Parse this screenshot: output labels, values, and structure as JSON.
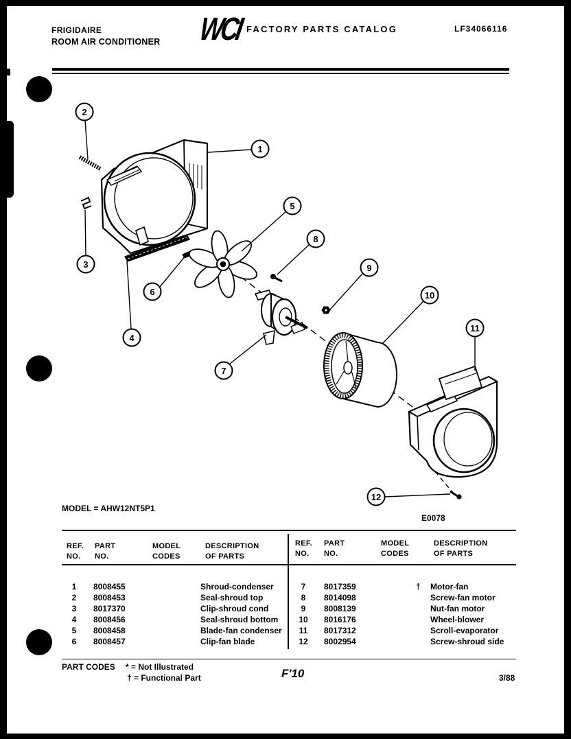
{
  "header": {
    "brand": "FRIGIDAIRE",
    "product": "ROOM AIR CONDITIONER",
    "logo": "WCI",
    "catalog_title": "FACTORY PARTS CATALOG",
    "catalog_number": "LF34066116"
  },
  "diagram": {
    "callouts": [
      "1",
      "2",
      "3",
      "4",
      "5",
      "6",
      "7",
      "8",
      "9",
      "10",
      "11",
      "12"
    ],
    "model_line": "MODEL = AHW12NT5P1",
    "figure_id": "E0078"
  },
  "table": {
    "headers": {
      "ref": [
        "REF.",
        "NO."
      ],
      "part": [
        "PART",
        "NO."
      ],
      "model": [
        "MODEL",
        "CODES"
      ],
      "desc": [
        "DESCRIPTION",
        "OF PARTS"
      ]
    },
    "left_rows": [
      {
        "ref": "1",
        "part": "8008455",
        "desc": "Shroud-condenser"
      },
      {
        "ref": "2",
        "part": "8008453",
        "desc": "Seal-shroud top"
      },
      {
        "ref": "3",
        "part": "8017370",
        "desc": "Clip-shroud cond"
      },
      {
        "ref": "4",
        "part": "8008456",
        "desc": "Seal-shroud bottom"
      },
      {
        "ref": "5",
        "part": "8008458",
        "desc": "Blade-fan condenser"
      },
      {
        "ref": "6",
        "part": "8008457",
        "desc": "Clip-fan blade"
      }
    ],
    "right_rows": [
      {
        "ref": "7",
        "part": "8017359",
        "code": "†",
        "desc": "Motor-fan"
      },
      {
        "ref": "8",
        "part": "8014098",
        "desc": "Screw-fan motor"
      },
      {
        "ref": "9",
        "part": "8008139",
        "desc": "Nut-fan motor"
      },
      {
        "ref": "10",
        "part": "8016176",
        "desc": "Wheel-blower"
      },
      {
        "ref": "11",
        "part": "8017312",
        "desc": "Scroll-evaporator"
      },
      {
        "ref": "12",
        "part": "8002954",
        "desc": "Screw-shroud side"
      }
    ]
  },
  "footer": {
    "part_codes_label": "PART CODES",
    "not_illustrated": "* = Not Illustrated",
    "functional": "† = Functional Part",
    "page_mark": "F'10",
    "date": "3/88"
  },
  "colors": {
    "ink": "#000000",
    "paper": "#ffffff",
    "background": "#000000"
  }
}
